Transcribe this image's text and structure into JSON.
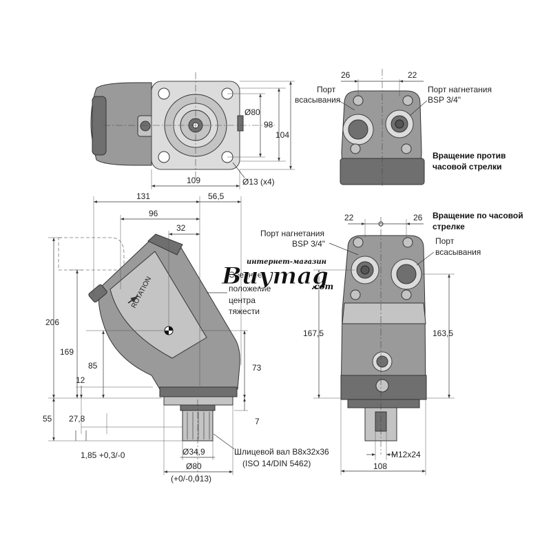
{
  "top_view": {
    "dim_width": "109",
    "dim_height_98": "98",
    "dim_height_104": "104",
    "dim_bolt_circle": "Ø80",
    "dim_holes": "Ø13 (x4)"
  },
  "rear_view_ccw": {
    "dim_left": "26",
    "dim_right": "22",
    "port_suction": [
      "Порт",
      "всасывания"
    ],
    "port_pressure": [
      "Порт нагнетания",
      "BSP 3/4\""
    ],
    "rotation": [
      "Вращение против",
      "часовой стрелки"
    ]
  },
  "side_view": {
    "dim_131": "131",
    "dim_56_5": "56,5",
    "dim_96": "96",
    "dim_32": "32",
    "dim_206": "206",
    "dim_169": "169",
    "dim_85": "85",
    "dim_73": "73",
    "dim_12": "12",
    "dim_55": "55",
    "dim_27_8": "27,8",
    "dim_7": "7",
    "dim_tol_1": "1,85 +0,3/-0",
    "dim_shaft": "Ø34,9",
    "dim_pilot": "Ø80",
    "dim_pilot_tol": "(+0/-0,013)",
    "shaft_label": [
      "Шлицевой вал B8x32x36",
      "(ISO 14/DIN 5462)"
    ],
    "cog_label": [
      "Среднее",
      "положение",
      "центра",
      "тяжести"
    ],
    "rotation_marking": "ROTATION"
  },
  "front_view_cw": {
    "dim_left": "22",
    "dim_right": "26",
    "rotation": [
      "Вращение по часовой",
      "стрелке"
    ],
    "port_pressure": [
      "Порт нагнетания",
      "BSP 3/4\""
    ],
    "port_suction": [
      "Порт",
      "всасывания"
    ],
    "dim_167_5": "167,5",
    "dim_163_5": "163,5",
    "dim_thread": "M12x24",
    "dim_width": "108"
  },
  "watermark": {
    "line1": "интернет-магазин",
    "brand": "Buymag",
    "domain": ".com"
  }
}
